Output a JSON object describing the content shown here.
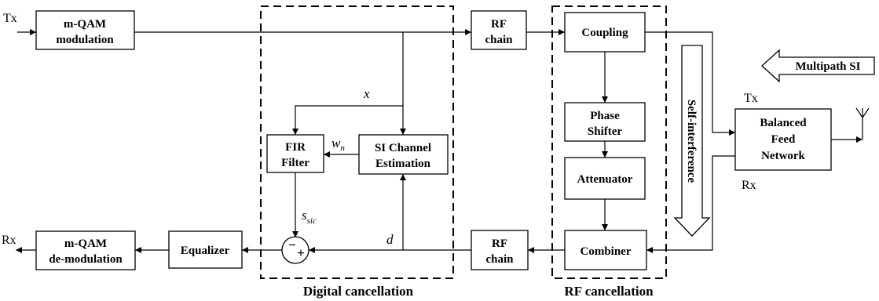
{
  "blocks": {
    "modulator": [
      "m-QAM",
      "modulation"
    ],
    "rf_chain_tx": [
      "RF",
      "chain"
    ],
    "coupling": "Coupling",
    "phase_shifter": [
      "Phase",
      "Shifter"
    ],
    "attenuator": "Attenuator",
    "combiner": "Combiner",
    "balanced_feed": [
      "Balanced",
      "Feed",
      "Network"
    ],
    "fir_filter": [
      "FIR",
      "Filter"
    ],
    "si_channel_estimation": [
      "SI Channel",
      "Estimation"
    ],
    "rf_chain_rx": [
      "RF",
      "chain"
    ],
    "equalizer": "Equalizer",
    "demodulator": [
      "m-QAM",
      "de-modulation"
    ]
  },
  "signals": {
    "tx_in": "Tx",
    "rx_out": "Rx",
    "x": "x",
    "w": "w",
    "w_sub": "n",
    "s": "s",
    "s_sub": "sic",
    "d": "d",
    "antenna_tx": "Tx",
    "antenna_rx": "Rx",
    "minus": "−",
    "plus": "+"
  },
  "regions": {
    "digital": "Digital cancellation",
    "rf": "RF cancellation"
  },
  "arrows": {
    "multipath": "Multipath SI",
    "self_interference": "Self-interference"
  }
}
